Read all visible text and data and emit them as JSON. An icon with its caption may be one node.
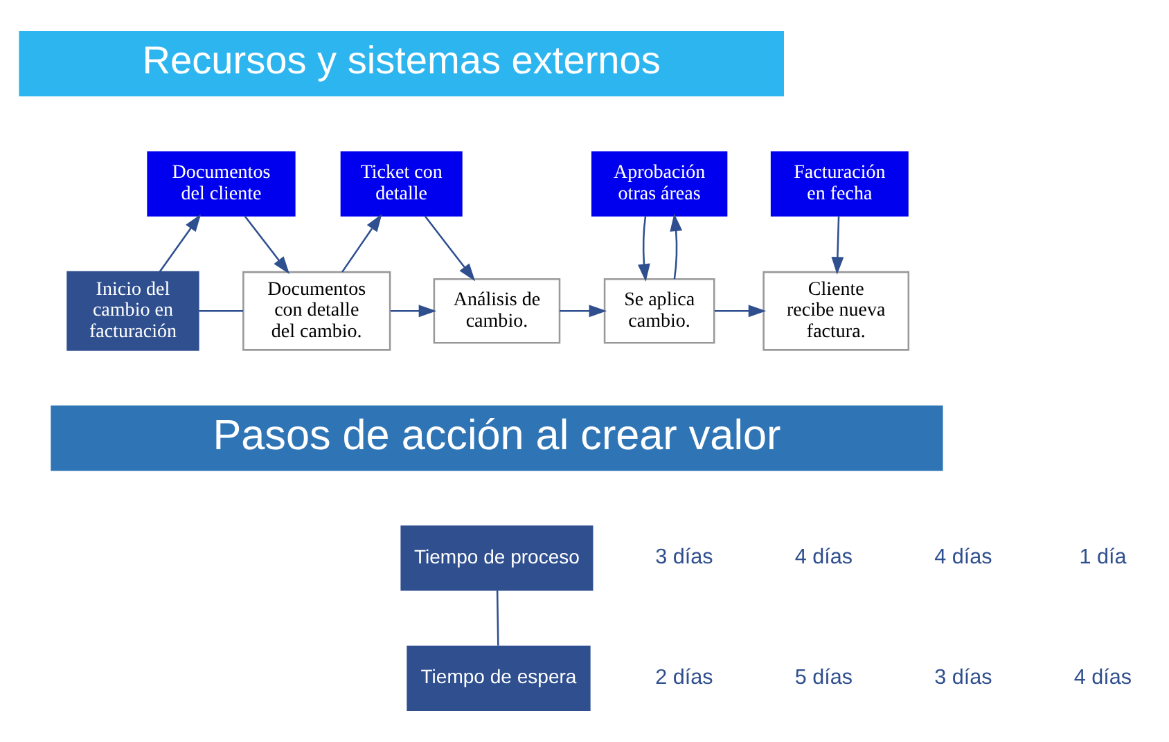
{
  "diagram": {
    "nodes": [
      {
        "text": [
          "Recursos y sistemas externos"
        ]
      },
      {
        "text": [
          "Documentos del cliente"
        ]
      },
      {
        "text": [
          "Ticket con detalle"
        ]
      },
      {
        "text": [
          "Aprobación otras áreas"
        ]
      },
      {
        "text": [
          "Facturación en fecha"
        ]
      },
      {
        "text": [
          "Inicio del cambio en facturación"
        ]
      },
      {
        "text": [
          "Documentos con detalle del cambio."
        ]
      },
      {
        "text": [
          "Análisis de cambio."
        ]
      },
      {
        "text": [
          "Se aplica cambio."
        ]
      },
      {
        "text": [
          "Cliente recibe nueva factura."
        ]
      },
      {
        "text": [
          "Pasos de acción al crear valor"
        ]
      },
      {
        "text": [
          "Tiempo de proceso"
        ]
      },
      {
        "text": [
          "Tiempo de espera"
        ]
      }
    ],
    "edges": [
      {
        "from": 5,
        "to": 1,
        "arrow": "to"
      },
      {
        "from": 1,
        "to": 6,
        "arrow": "to"
      },
      {
        "from": 6,
        "to": 2,
        "arrow": "to"
      },
      {
        "from": 2,
        "to": 7,
        "arrow": "to"
      },
      {
        "from": 8,
        "to": 3,
        "arrow": "to"
      },
      {
        "from": 3,
        "to": 8,
        "arrow": "to"
      },
      {
        "from": 4,
        "to": 9,
        "arrow": "to"
      },
      {
        "from": 5,
        "to": 6,
        "arrow": "none"
      },
      {
        "from": 6,
        "to": 7,
        "arrow": "to"
      },
      {
        "from": 7,
        "to": 8,
        "arrow": "to"
      },
      {
        "from": 8,
        "to": 9,
        "arrow": "to"
      },
      {
        "from": 11,
        "to": 12,
        "arrow": "none"
      }
    ],
    "labels": [
      "3 días",
      "4 días",
      "4 días",
      "1 día",
      "2 días",
      "5 días",
      "3 días",
      "4 días"
    ]
  }
}
